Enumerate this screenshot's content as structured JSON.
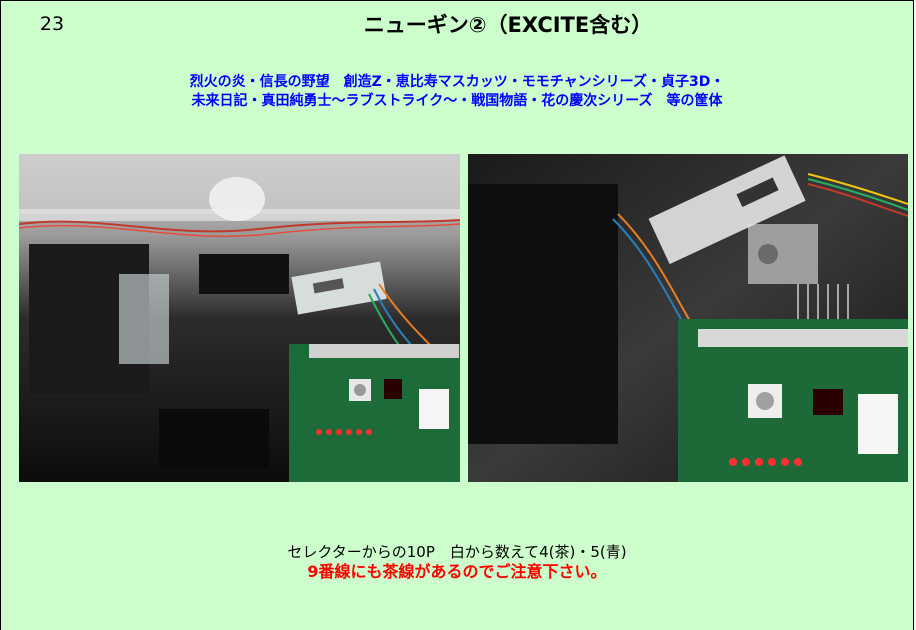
{
  "header": {
    "number": "23",
    "title": "ニューギン②（EXCITE含む）"
  },
  "models": {
    "line1": "烈火の炎・信長の野望　創造Z・恵比寿マスカッツ・モモチャンシリーズ・貞子3D・",
    "line2": "未来日記・真田純勇士～ラブストライク～・戦国物語・花の慶次シリーズ　等の筐体"
  },
  "photos": [
    {
      "name": "photo-left"
    },
    {
      "name": "photo-right"
    }
  ],
  "note": {
    "line1": "セレクターからの10P　白から数えて4(茶)・5(青)",
    "warning": "9番線にも茶線があるのでご注意下さい。"
  },
  "colors": {
    "cell_background": "#ccffcc",
    "models_text": "#0000ff",
    "warning_text": "#ff0000"
  }
}
